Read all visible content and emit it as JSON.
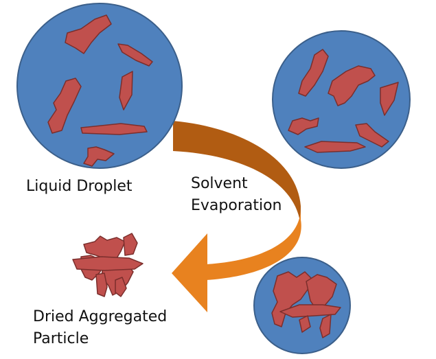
{
  "labels": {
    "droplet": "Liquid Droplet",
    "solvent_line1": "Solvent",
    "solvent_line2": "Evaporation",
    "dried_line1": "Dried Aggregated",
    "dried_line2": "Particle"
  },
  "colors": {
    "droplet_fill": "#4f81bd",
    "droplet_stroke": "#3b5f8a",
    "particle_fill": "#c0504d",
    "particle_stroke": "#7a2e2c",
    "arrow_dark": "#b15c12",
    "arrow_light": "#e8821f"
  }
}
